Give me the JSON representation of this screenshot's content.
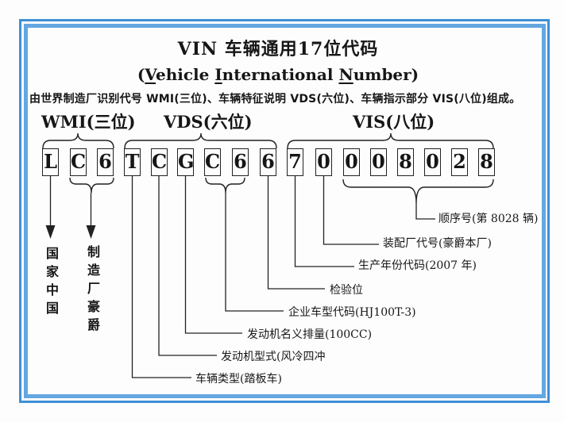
{
  "page": {
    "title": "VIN 车辆通用17位代码",
    "subtitle": {
      "open": "(",
      "v": "V",
      "v_rest": "ehicle ",
      "i": "I",
      "i_rest": "nternational ",
      "n": "N",
      "n_rest": "umber)"
    },
    "description": "由世界制造厂识别代号 WMI(三位)、车辆特征说明 VDS(六位)、车辆指示部分 VIS(八位)组成。"
  },
  "sections": {
    "wmi": {
      "label": "WMI(三位)"
    },
    "vds": {
      "label": "VDS(六位)"
    },
    "vis": {
      "label": "VIS(八位)"
    }
  },
  "vin": {
    "code": "LC6TCGC6670008028",
    "chars": [
      "L",
      "C",
      "6",
      "T",
      "C",
      "G",
      "C",
      "6",
      "6",
      "7",
      "0",
      "0",
      "0",
      "8",
      "0",
      "2",
      "8"
    ]
  },
  "annotations": {
    "country": "国家中国",
    "manufacturer": "制造厂豪爵",
    "vehicle_type": "车辆类型(踏板车)",
    "engine_type": "发动机型式(风冷四冲",
    "displacement": "发动机名义排量(100CC)",
    "company_model": "企业车型代码(HJ100T-3)",
    "check_digit": "检验位",
    "year_code": "生产年份代码(2007 年)",
    "assembly_plant": "装配厂代号(豪爵本厂)",
    "serial_number": "顺序号(第 8028 辆)"
  }
}
